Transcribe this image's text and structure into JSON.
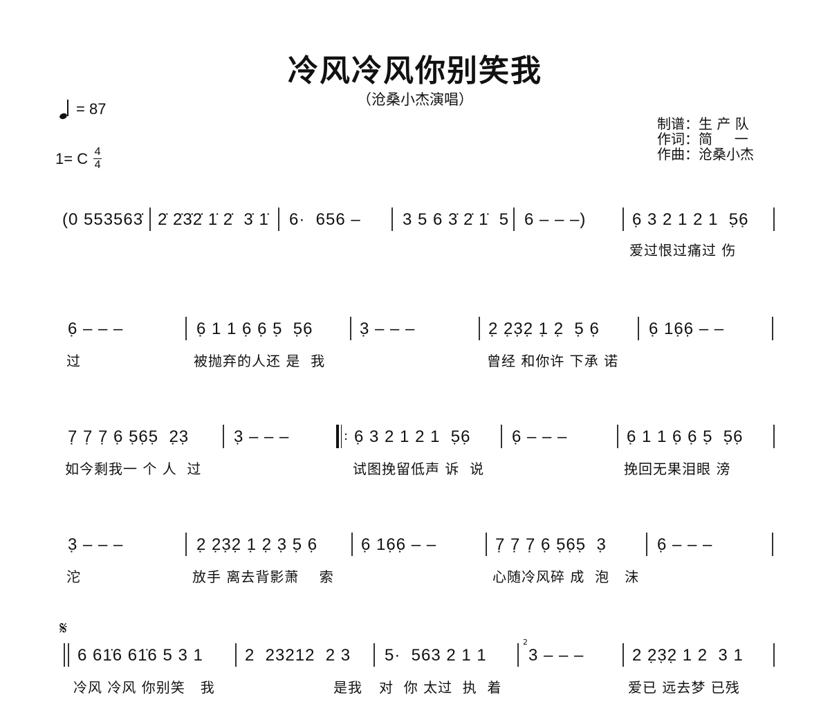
{
  "header": {
    "title": "冷风冷风你别笑我",
    "subtitle": "（沧桑小杰演唱）",
    "tempo_label": "= 87",
    "key_label": "1= C",
    "time_sig_top": "4",
    "time_sig_bottom": "4",
    "credits": [
      "制谱：生 产 队",
      "作词：简     一",
      "作曲：沧桑小杰"
    ]
  },
  "rows": [
    {
      "measures": [
        {
          "notes": "(0 553563̇",
          "lyrics": ""
        },
        {
          "notes": "2̇ 2̇3̇2̇ 1̇ 2̇  3̇ 1̇",
          "lyrics": ""
        },
        {
          "notes": "6·  656 –",
          "lyrics": ""
        },
        {
          "notes": "3 5 6 3̇ 2̇ 1̇  5",
          "lyrics": ""
        },
        {
          "notes": "6 – – –)",
          "lyrics": ""
        },
        {
          "notes": "6̣ 3 2 1 2 1  5̣6̣",
          "lyrics": "爱过恨过痛过 伤"
        }
      ]
    },
    {
      "measures": [
        {
          "notes": "6̣ – – –",
          "lyrics": "过"
        },
        {
          "notes": "6̣ 1 1 6̣ 6̣ 5̣  5̣6̣",
          "lyrics": "被抛弃的人还 是  我"
        },
        {
          "notes": "3̣ – – –",
          "lyrics": ""
        },
        {
          "notes": "2̣ 2̣3̣2̣ 1̣ 2̣  5̣ 6̣",
          "lyrics": "曾经 和你许 下承 诺"
        },
        {
          "notes": "6̣ 16̣6̣ – –",
          "lyrics": ""
        }
      ]
    },
    {
      "measures": [
        {
          "notes": "7̣ 7̣ 7̣ 6̣ 5̣6̣5̣  2̣3̣",
          "lyrics": "如今剩我一 个 人  过"
        },
        {
          "notes": "3̣ – – –",
          "lyrics": ""
        },
        {
          "notes": "6̣ 3 2 1 2 1  5̣6̣",
          "lyrics": "试图挽留低声 诉  说"
        },
        {
          "notes": "6̣ – – –",
          "lyrics": ""
        },
        {
          "notes": "6̣ 1 1 6̣ 6̣ 5̣  5̣6̣",
          "lyrics": "挽回无果泪眼 滂"
        }
      ]
    },
    {
      "measures": [
        {
          "notes": "3̣ – – –",
          "lyrics": "沱"
        },
        {
          "notes": "2̣ 2̣3̣2̣ 1̣ 2̣ 3̣ 5̣ 6̣",
          "lyrics": "放手 离去背影萧    索"
        },
        {
          "notes": "6̣ 16̣6̣ – –",
          "lyrics": ""
        },
        {
          "notes": "7̣ 7̣ 7̣ 6̣ 5̣6̣5̣  3̣",
          "lyrics": "心随冷风碎 成  泡   沫"
        },
        {
          "notes": "6̣ – – –",
          "lyrics": ""
        }
      ]
    },
    {
      "segno": "𝄋",
      "measures": [
        {
          "notes": "6 61̇6 61̇6 5 3 1",
          "lyrics": "冷风 冷风 你别笑   我"
        },
        {
          "notes": "2  23212  2 3",
          "lyrics": "是我"
        },
        {
          "notes": "5·  563 2 1 1",
          "lyrics": "对  你 太过  执  着"
        },
        {
          "notes": "3 – – –",
          "lyrics": ""
        },
        {
          "notes": "2 2̣3̣2̣ 1 2  3 1",
          "lyrics": "爱已 远去梦 已残"
        }
      ],
      "volta_mark": "2"
    }
  ]
}
